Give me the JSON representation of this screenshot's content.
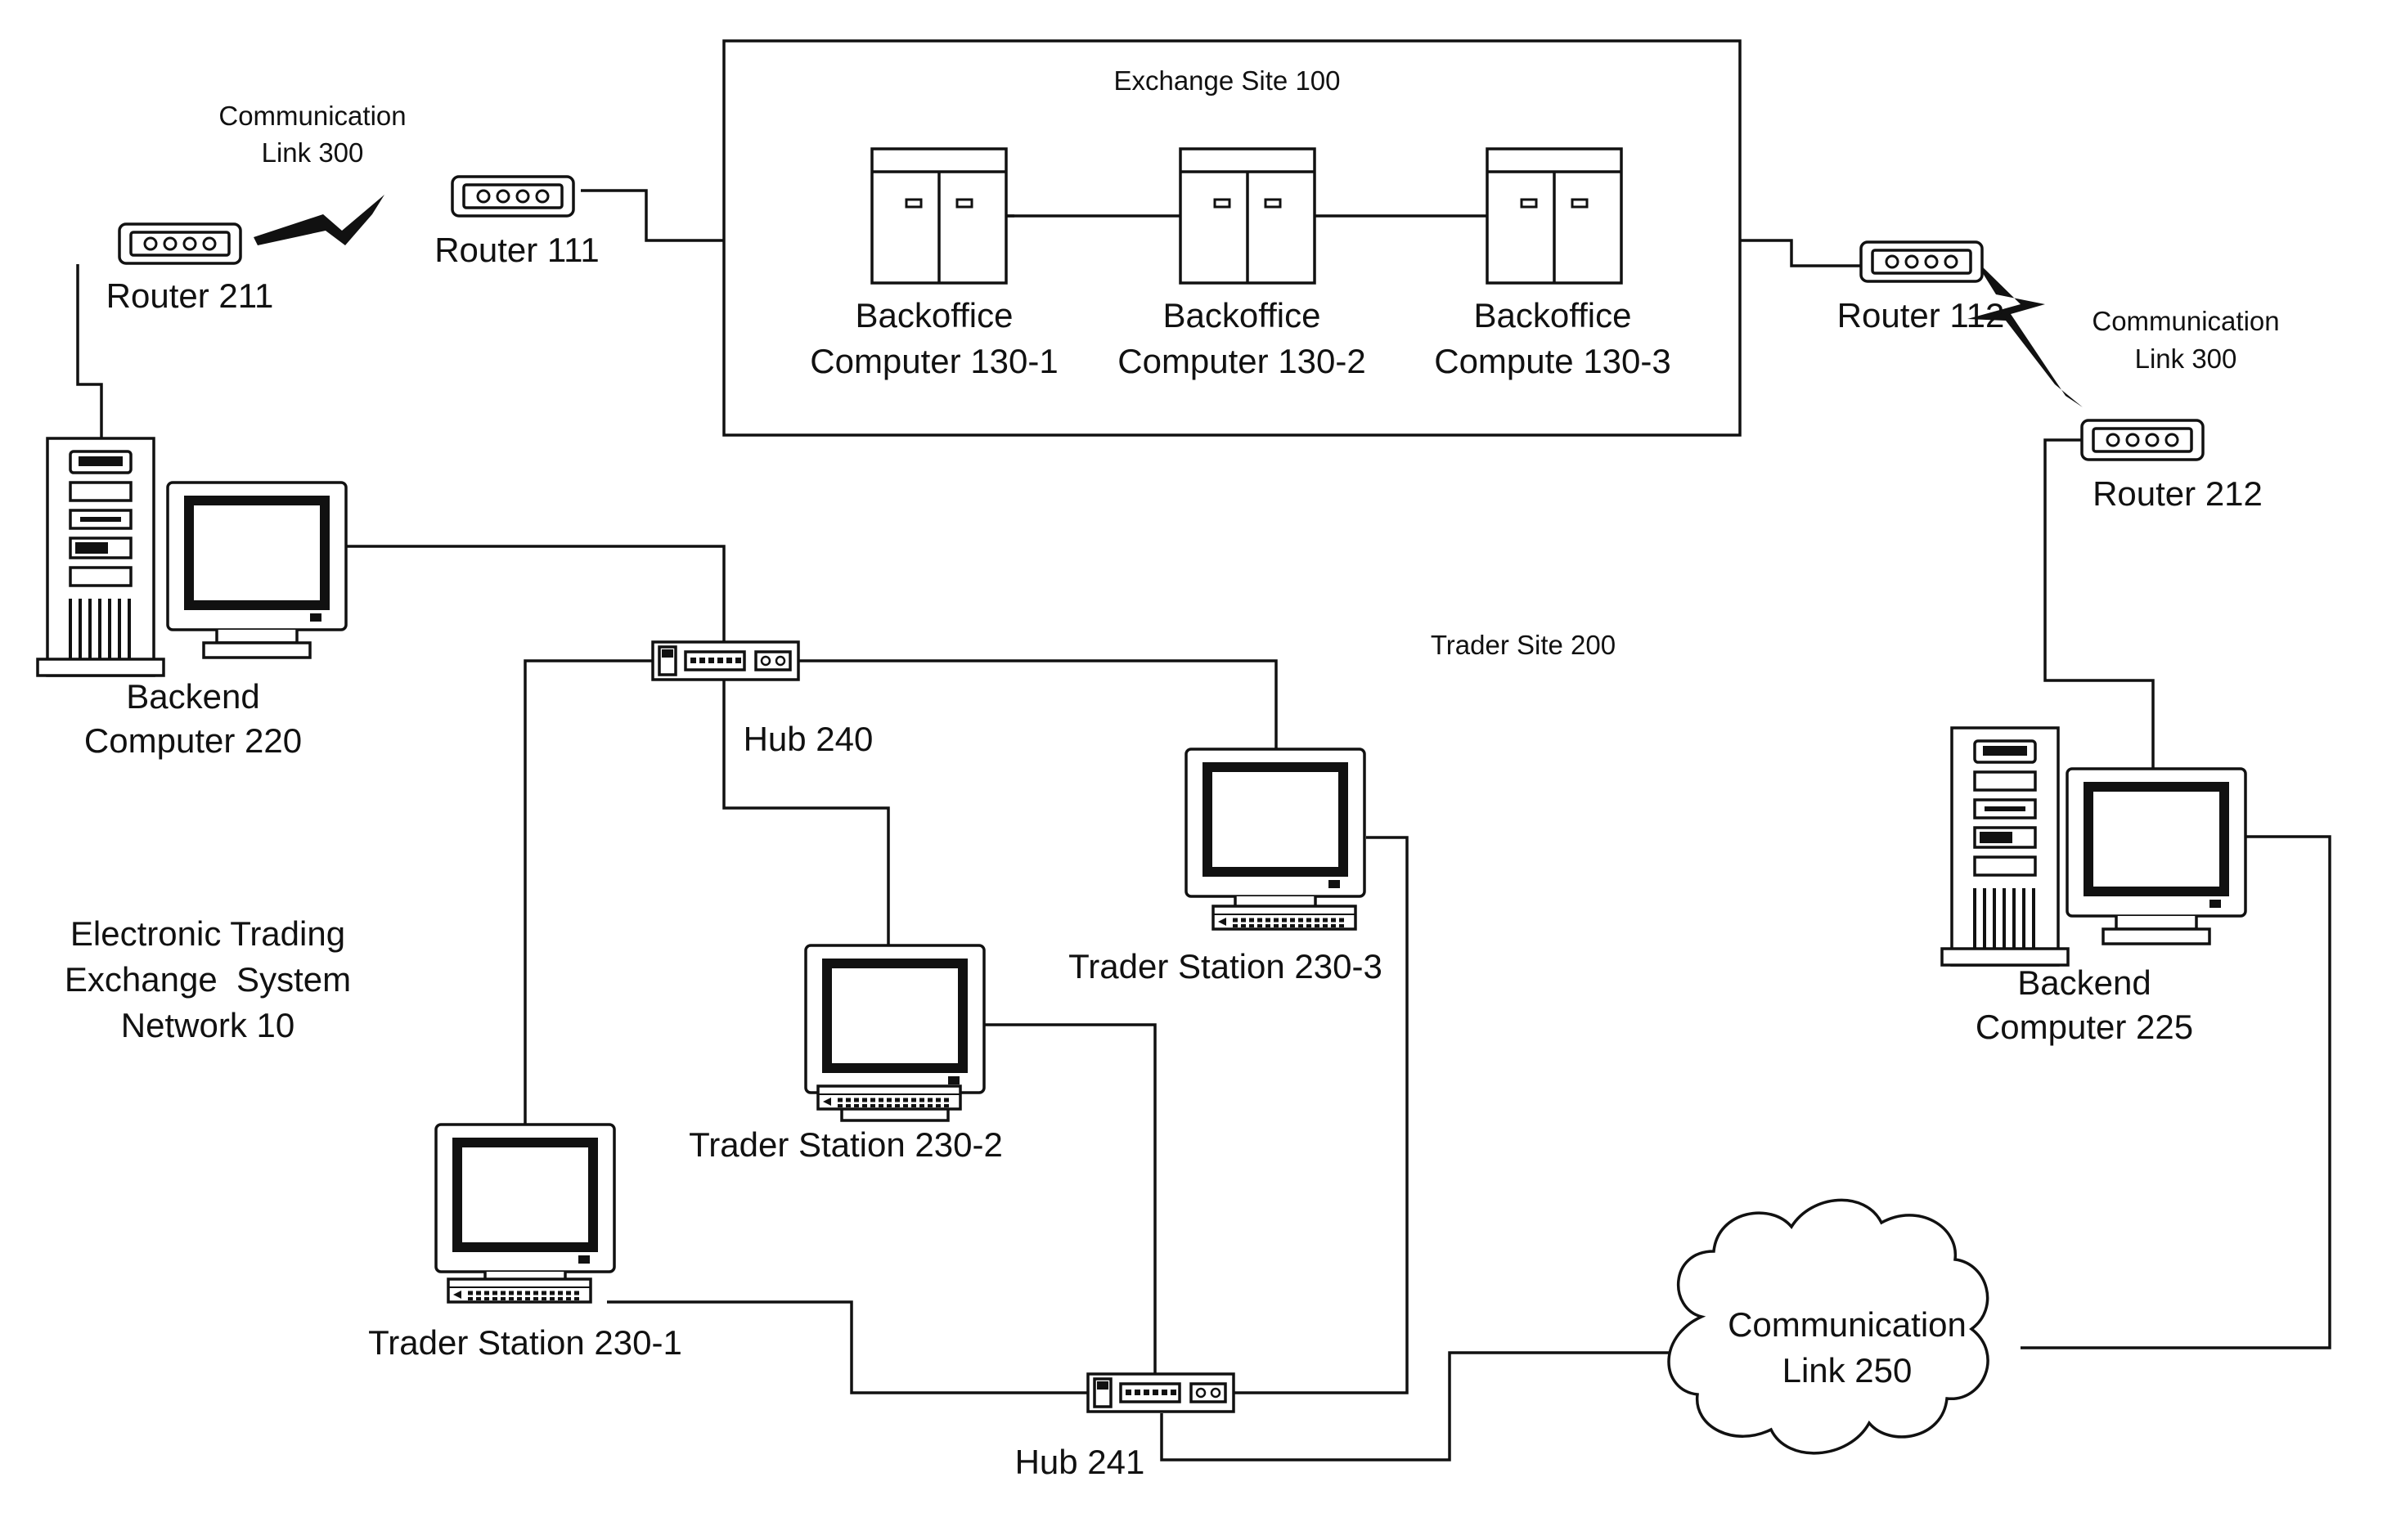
{
  "labels": {
    "exchange_site": "Exchange Site 100",
    "trader_site": "Trader Site 200",
    "system": [
      "Electronic Trading",
      "Exchange  System",
      "Network 10"
    ],
    "router_211": "Router 211",
    "router_111": "Router 111",
    "router_112": "Router 112",
    "router_212": "Router 212",
    "comm_link_300_left": [
      "Communication",
      "Link 300"
    ],
    "comm_link_300_right": [
      "Communication",
      "Link 300"
    ],
    "backoffice_1": [
      "Backoffice",
      "Computer 130-1"
    ],
    "backoffice_2": [
      "Backoffice",
      "Computer 130-2"
    ],
    "backoffice_3": [
      "Backoffice",
      "Compute 130-3"
    ],
    "backend_220": [
      "Backend",
      "Computer 220"
    ],
    "backend_225": [
      "Backend",
      "Computer 225"
    ],
    "hub_240": "Hub 240",
    "hub_241": "Hub 241",
    "trader_1": "Trader Station 230-1",
    "trader_2": "Trader Station 230-2",
    "trader_3": "Trader Station 230-3",
    "comm_link_250": [
      "Communication",
      "Link 250"
    ]
  },
  "icons": {
    "router": "router-icon",
    "server": "backoffice-server-icon",
    "tower": "tower-computer-icon",
    "monitor": "monitor-icon",
    "keyboard": "keyboard-icon",
    "hub": "network-hub-icon",
    "cloud": "cloud-icon",
    "lightning": "lightning-link-icon"
  },
  "colors": {
    "line": "#111111",
    "background": "#ffffff"
  }
}
